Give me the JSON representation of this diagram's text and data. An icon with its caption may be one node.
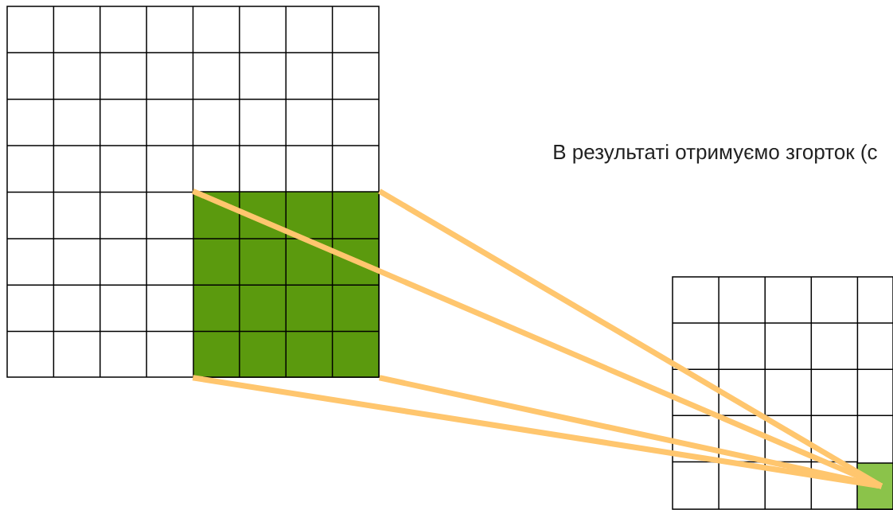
{
  "diagram": {
    "nodes": [
      {
        "text": [],
        "shape": "box"
      },
      {
        "text": [],
        "shape": "box",
        "in": 0
      },
      {
        "text": [],
        "shape": "box"
      },
      {
        "text": [],
        "shape": "box",
        "in": 2
      }
    ],
    "edges": [
      {
        "from": 1,
        "to": 3,
        "arrow": "none",
        "color": "#ffc66e"
      },
      {
        "from": 1,
        "to": 3,
        "arrow": "none",
        "color": "#ffc66e"
      },
      {
        "from": 1,
        "to": 3,
        "arrow": "none",
        "color": "#ffc66e"
      },
      {
        "from": 1,
        "to": 3,
        "arrow": "none",
        "color": "#ffc66e"
      }
    ],
    "labels": [
      "В результаті отримуємо згорток (с"
    ]
  }
}
